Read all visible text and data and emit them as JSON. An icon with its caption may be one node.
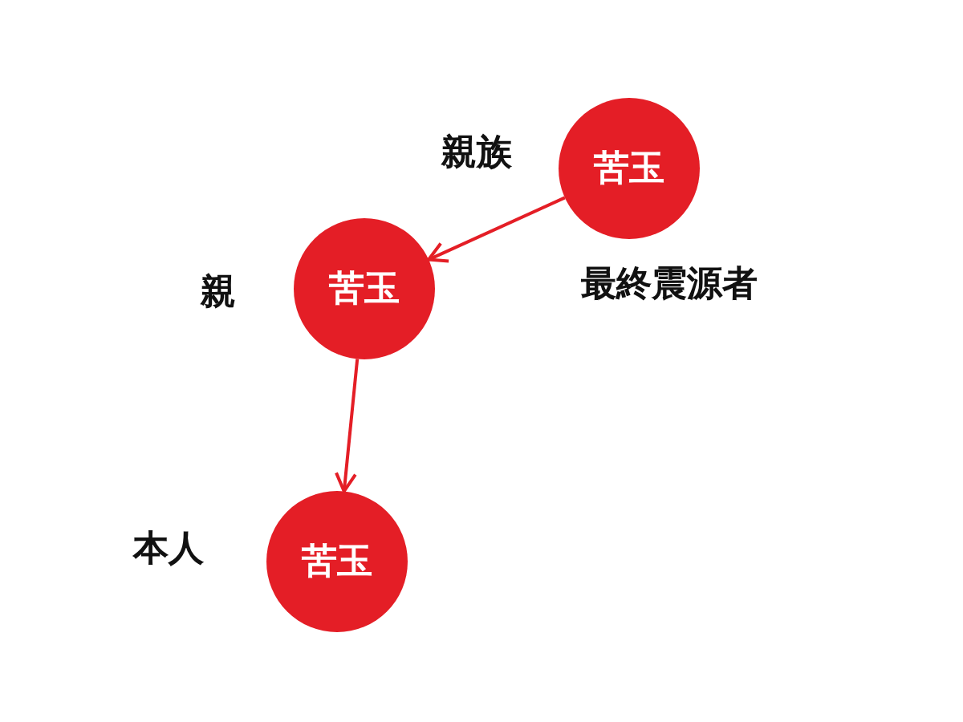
{
  "diagram": {
    "nodes": [
      {
        "text": [
          "苦玉"
        ],
        "beside": [
          "親族",
          "最終震源者"
        ]
      },
      {
        "text": [
          "苦玉"
        ],
        "beside": [
          "親"
        ]
      },
      {
        "text": [
          "苦玉"
        ],
        "beside": [
          "本人"
        ]
      }
    ],
    "edges": [
      {
        "from": 0,
        "to": 1,
        "arrow": "to"
      },
      {
        "from": 1,
        "to": 2,
        "arrow": "to"
      }
    ]
  }
}
